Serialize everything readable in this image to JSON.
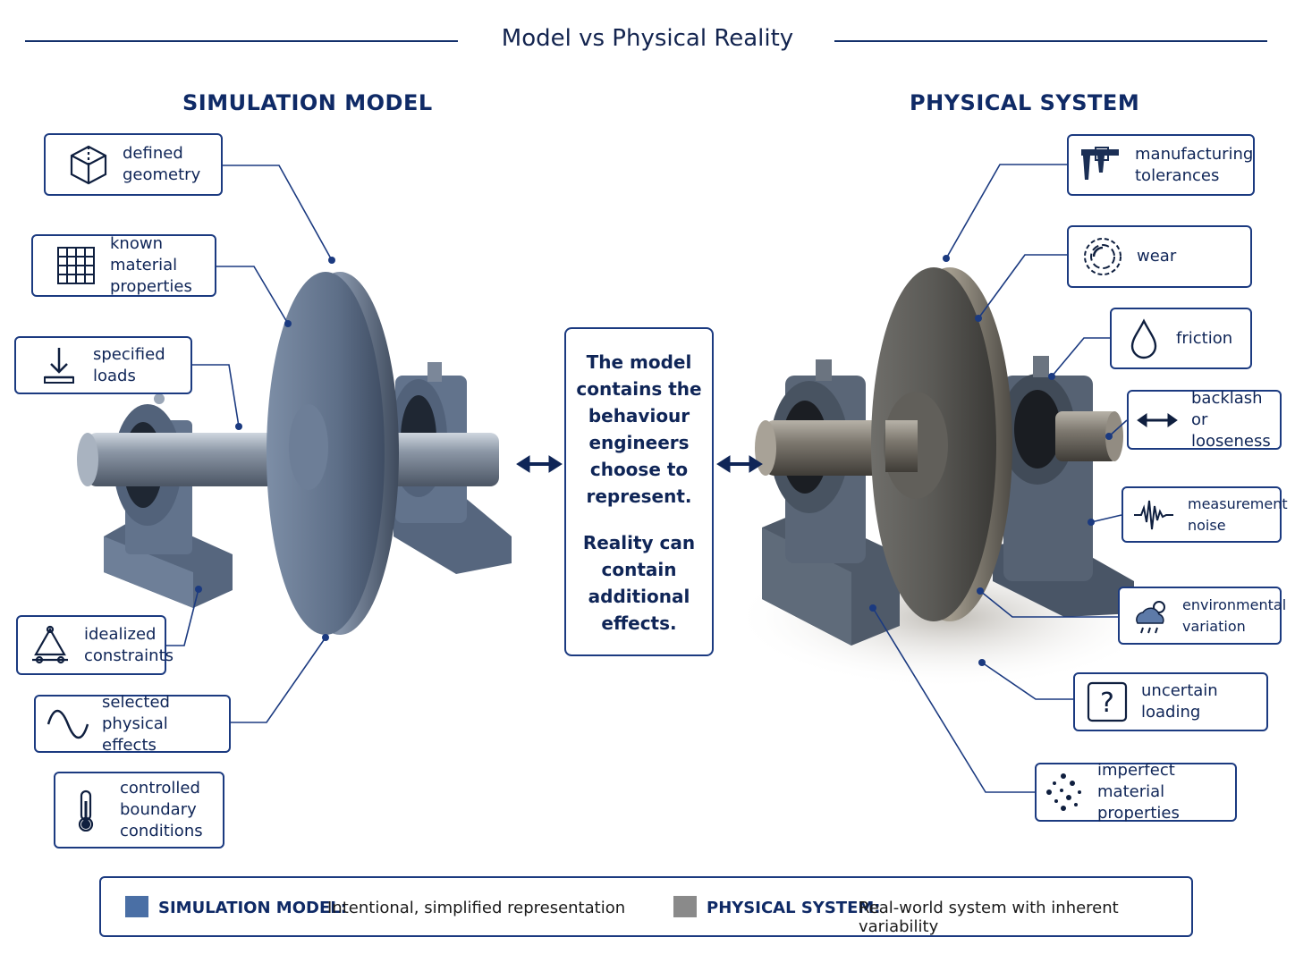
{
  "title": "Model vs Physical Reality",
  "simulation": {
    "heading": "SIMULATION MODEL",
    "callouts": [
      {
        "label": "defined\ngeometry",
        "icon": "cube-icon"
      },
      {
        "label": "known material\nproperties",
        "icon": "grid-icon"
      },
      {
        "label": "specified loads",
        "icon": "load-arrow-icon"
      },
      {
        "label": "idealized\nconstraints",
        "icon": "truss-support-icon"
      },
      {
        "label": "selected physical\neffects",
        "icon": "sine-wave-icon"
      },
      {
        "label": "controlled\nboundary\nconditions",
        "icon": "thermometer-icon"
      }
    ]
  },
  "physical": {
    "heading": "PHYSICAL SYSTEM",
    "callouts": [
      {
        "label": "manufacturing\ntolerances",
        "icon": "caliper-icon"
      },
      {
        "label": "wear",
        "icon": "wear-circle-icon"
      },
      {
        "label": "friction",
        "icon": "droplet-icon"
      },
      {
        "label": "backlash or\nlooseness",
        "icon": "double-arrow-icon"
      },
      {
        "label": "measurement\nnoise",
        "icon": "noise-wave-icon"
      },
      {
        "label": "environmental\nvariation",
        "icon": "weather-icon"
      },
      {
        "label": "uncertain\nloading",
        "icon": "question-icon"
      },
      {
        "label": "imperfect material\nproperties",
        "icon": "scatter-dots-icon"
      }
    ]
  },
  "center": {
    "line1": "The model\ncontains the\nbehaviour\nengineers\nchoose to\nrepresent.",
    "line2": "Reality can\ncontain\nadditional\neffects."
  },
  "legend": {
    "sim_key": "SIMULATION MODEL:",
    "sim_desc": "Intentional, simplified representation",
    "phys_key": "PHYSICAL SYSTEM:",
    "phys_desc": "Real-world system with inherent variability",
    "sim_color": "#4a6fa5",
    "phys_color": "#8a8a8a"
  },
  "colors": {
    "accent": "#1b3a80",
    "text": "#0f2557"
  }
}
